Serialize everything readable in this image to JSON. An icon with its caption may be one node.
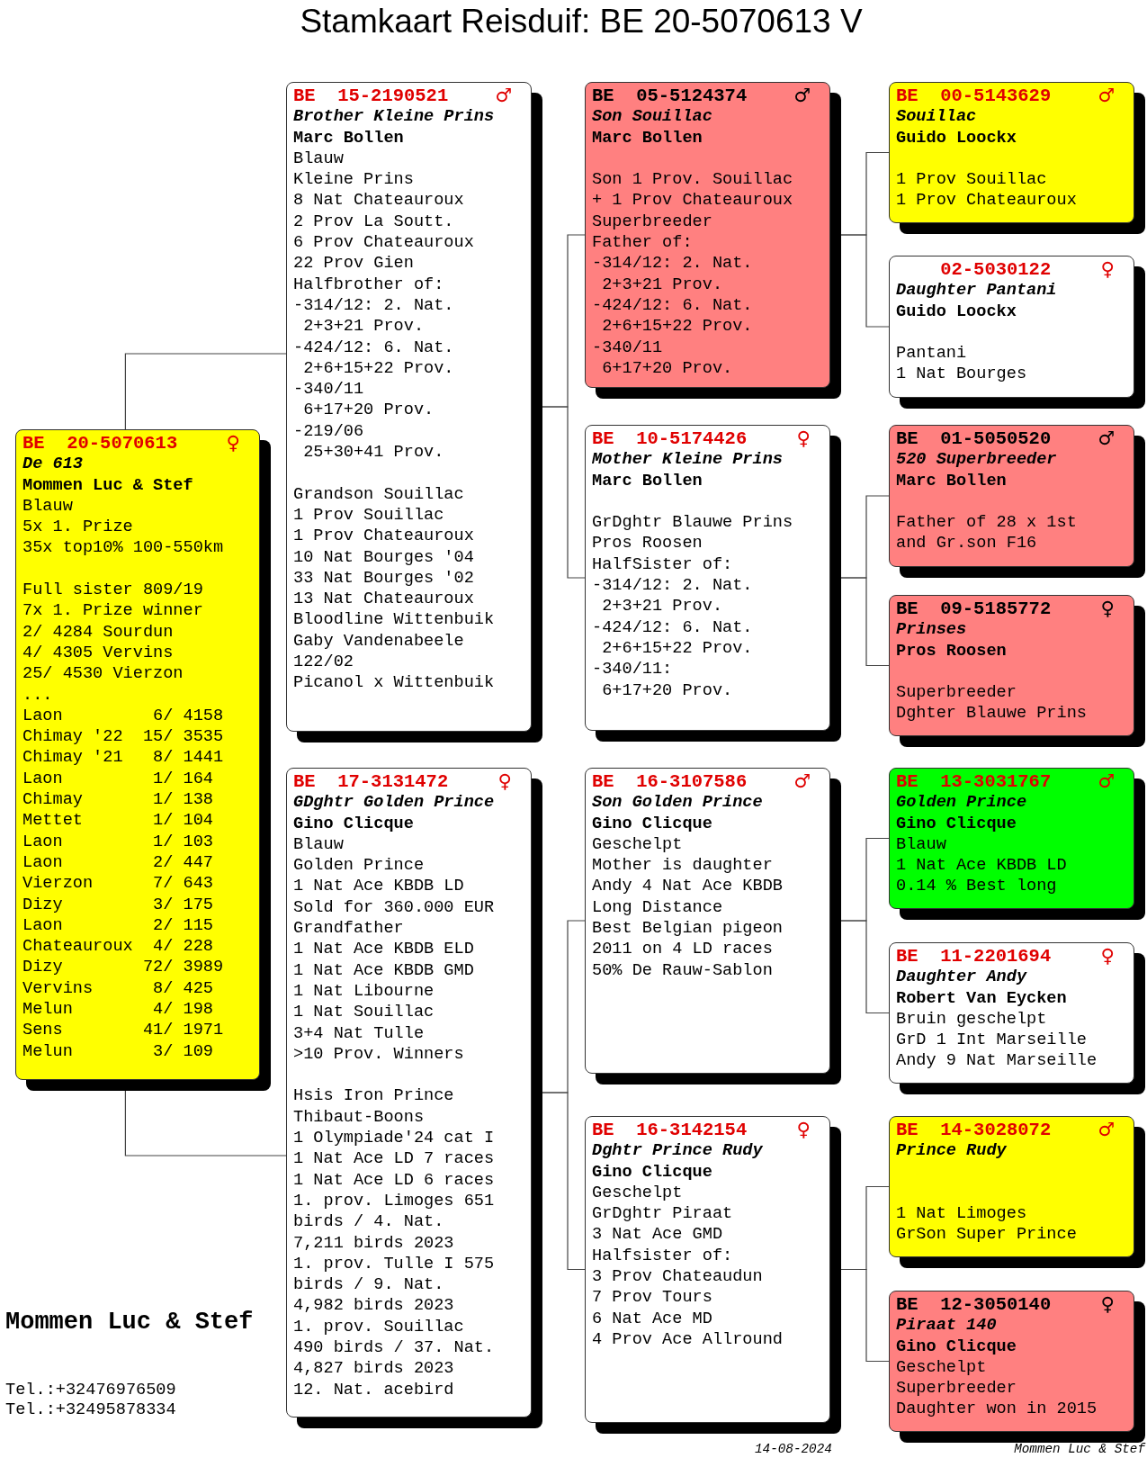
{
  "diagram": {
    "title": "Stamkaart Reisduif: BE 20-5070613 V",
    "nodes": [
      {
        "text": [
          "BE 20-5070613",
          "♀",
          "De 613",
          "Mommen Luc & Stef",
          "Blauw",
          "5x 1. Prize",
          "35x top10% 100-550km",
          "Full sister 809/19",
          "7x 1. Prize winner",
          "2/ 4284 Sourdun",
          "4/ 4305 Vervins",
          "25/ 4530 Vierzon",
          "...",
          "Laon",
          "6/",
          "4158",
          "Chimay '22",
          "15/",
          "3535",
          "Chimay '21",
          "8/",
          "1441",
          "Laon",
          "1/",
          "164",
          "Chimay",
          "1/",
          "138",
          "Mettet",
          "1/",
          "104",
          "Laon",
          "1/",
          "103",
          "Laon",
          "2/",
          "447",
          "Vierzon",
          "7/",
          "643",
          "Dizy",
          "3/",
          "175",
          "Laon",
          "2/",
          "115",
          "Chateauroux",
          "4/",
          "228",
          "Dizy",
          "72/",
          "3989",
          "Vervins",
          "8/",
          "425",
          "Melun",
          "4/",
          "198",
          "Sens",
          "41/",
          "1971",
          "Melun",
          "3/",
          "109"
        ]
      },
      {
        "text": [
          "BE 15-2190521",
          "♂",
          "Brother Kleine Prins",
          "Marc Bollen",
          "Blauw",
          "Kleine Prins",
          "8 Nat Chateauroux",
          "2 Prov La Soutt.",
          "6 Prov Chateauroux",
          "22 Prov Gien",
          "Halfbrother of:",
          "-314/12: 2. Nat.",
          " 2+3+21 Prov.",
          "-424/12: 6. Nat.",
          " 2+6+15+22 Prov.",
          "-340/11",
          " 6+17+20 Prov.",
          "-219/06",
          " 25+30+41 Prov.",
          "Grandson Souillac",
          "1 Prov Souillac",
          "1 Prov Chateauroux",
          "10 Nat Bourges '04",
          "33 Nat Bourges '02",
          "13 Nat Chateauroux",
          "Bloodline Wittenbuik",
          "Gaby Vandenabeele",
          "122/02",
          "Picanol x Wittenbuik"
        ]
      },
      {
        "text": [
          "BE 17-3131472",
          "♀",
          "GDghtr Golden Prince",
          "Gino Clicque",
          "Blauw",
          "Golden Prince",
          "1 Nat Ace KBDB LD",
          "Sold for 360.000 EUR",
          "Grandfather",
          "1 Nat Ace KBDB ELD",
          "1 Nat Ace KBDB GMD",
          "1 Nat Libourne",
          "1 Nat Souillac",
          "3+4 Nat Tulle",
          ">10 Prov. Winners",
          "Hsis Iron Prince",
          "Thibaut-Boons",
          "1 Olympiade'24 cat I",
          "1 Nat Ace LD 7 races",
          "1 Nat Ace LD 6 races",
          "1. prov. Limoges 651",
          "birds / 4. Nat.",
          "7,211 birds 2023",
          "1. prov. Tulle I 575",
          "birds / 9. Nat.",
          "4,982 birds 2023",
          "1. prov. Souillac",
          "490 birds / 37. Nat.",
          "4,827 birds 2023",
          "12. Nat. acebird"
        ]
      },
      {
        "text": [
          "BE 05-5124374",
          "♂",
          "Son Souillac",
          "Marc Bollen",
          "Son 1 Prov. Souillac",
          "+ 1 Prov Chateauroux",
          "Superbreeder",
          "Father of:",
          "-314/12: 2. Nat.",
          " 2+3+21 Prov.",
          "-424/12: 6. Nat.",
          " 2+6+15+22 Prov.",
          "-340/11",
          " 6+17+20 Prov."
        ]
      },
      {
        "text": [
          "BE 10-5174426",
          "♀",
          "Mother Kleine Prins",
          "Marc Bollen",
          "GrDghtr Blauwe Prins",
          "Pros Roosen",
          "HalfSister of:",
          "-314/12: 2. Nat.",
          " 2+3+21 Prov.",
          "-424/12: 6. Nat.",
          " 2+6+15+22 Prov.",
          "-340/11:",
          " 6+17+20 Prov."
        ]
      },
      {
        "text": [
          "BE 16-3107586",
          "♂",
          "Son Golden Prince",
          "Gino Clicque",
          "Geschelpt",
          "Mother is daughter",
          "Andy 4 Nat Ace KBDB",
          "Long Distance",
          "Best Belgian pigeon",
          "2011 on 4 LD races",
          "50% De Rauw-Sablon"
        ]
      },
      {
        "text": [
          "BE 16-3142154",
          "♀",
          "Dghtr Prince Rudy",
          "Gino Clicque",
          "Geschelpt",
          "GrDghtr Piraat",
          "3 Nat Ace GMD",
          "Halfsister of:",
          "3 Prov Chateaudun",
          "7 Prov Tours",
          "6 Nat Ace MD",
          "4 Prov Ace Allround"
        ]
      },
      {
        "text": [
          "BE 00-5143629",
          "♂",
          "Souillac",
          "Guido Loockx",
          "1 Prov Souillac",
          "1 Prov Chateauroux"
        ]
      },
      {
        "text": [
          "02-5030122",
          "♀",
          "Daughter Pantani",
          "Guido Loockx",
          "Pantani",
          "1 Nat Bourges"
        ]
      },
      {
        "text": [
          "BE 01-5050520",
          "♂",
          "520 Superbreeder",
          "Marc Bollen",
          "Father of 28 x 1st",
          "and Gr.son F16"
        ]
      },
      {
        "text": [
          "BE 09-5185772",
          "♀",
          "Prinses",
          "Pros Roosen",
          "Superbreeder",
          "Dghter Blauwe Prins"
        ]
      },
      {
        "text": [
          "BE 13-3031767",
          "♂",
          "Golden Prince",
          "Gino Clicque",
          "Blauw",
          "1 Nat Ace KBDB LD",
          "0.14 % Best long"
        ]
      },
      {
        "text": [
          "BE 11-2201694",
          "♀",
          "Daughter Andy",
          "Robert Van Eycken",
          "Bruin geschelpt",
          "GrD 1 Int Marseille",
          "Andy 9 Nat Marseille"
        ]
      },
      {
        "text": [
          "BE 14-3028072",
          "♂",
          "Prince Rudy",
          "1 Nat Limoges",
          "GrSon Super Prince"
        ]
      },
      {
        "text": [
          "BE 12-3050140",
          "♀",
          "Piraat 140",
          "Gino Clicque",
          "Geschelpt",
          "Superbreeder",
          "Daughter won in 2015"
        ]
      }
    ],
    "edges": [
      {
        "from": 0,
        "to": 1,
        "arrow": "none"
      },
      {
        "from": 0,
        "to": 2,
        "arrow": "none"
      },
      {
        "from": 1,
        "to": 3,
        "arrow": "none"
      },
      {
        "from": 1,
        "to": 4,
        "arrow": "none"
      },
      {
        "from": 2,
        "to": 5,
        "arrow": "none"
      },
      {
        "from": 2,
        "to": 6,
        "arrow": "none"
      },
      {
        "from": 3,
        "to": 7,
        "arrow": "none"
      },
      {
        "from": 3,
        "to": 8,
        "arrow": "none"
      },
      {
        "from": 4,
        "to": 9,
        "arrow": "none"
      },
      {
        "from": 4,
        "to": 10,
        "arrow": "none"
      },
      {
        "from": 5,
        "to": 11,
        "arrow": "none"
      },
      {
        "from": 5,
        "to": 12,
        "arrow": "none"
      },
      {
        "from": 6,
        "to": 13,
        "arrow": "none"
      },
      {
        "from": 6,
        "to": 14,
        "arrow": "none"
      }
    ],
    "labels": [
      "Mommen Luc & Stef",
      "Tel.:+32476976509",
      "Tel.:+32495878334",
      "14-08-2024",
      "Mommen Luc & Stef"
    ]
  }
}
